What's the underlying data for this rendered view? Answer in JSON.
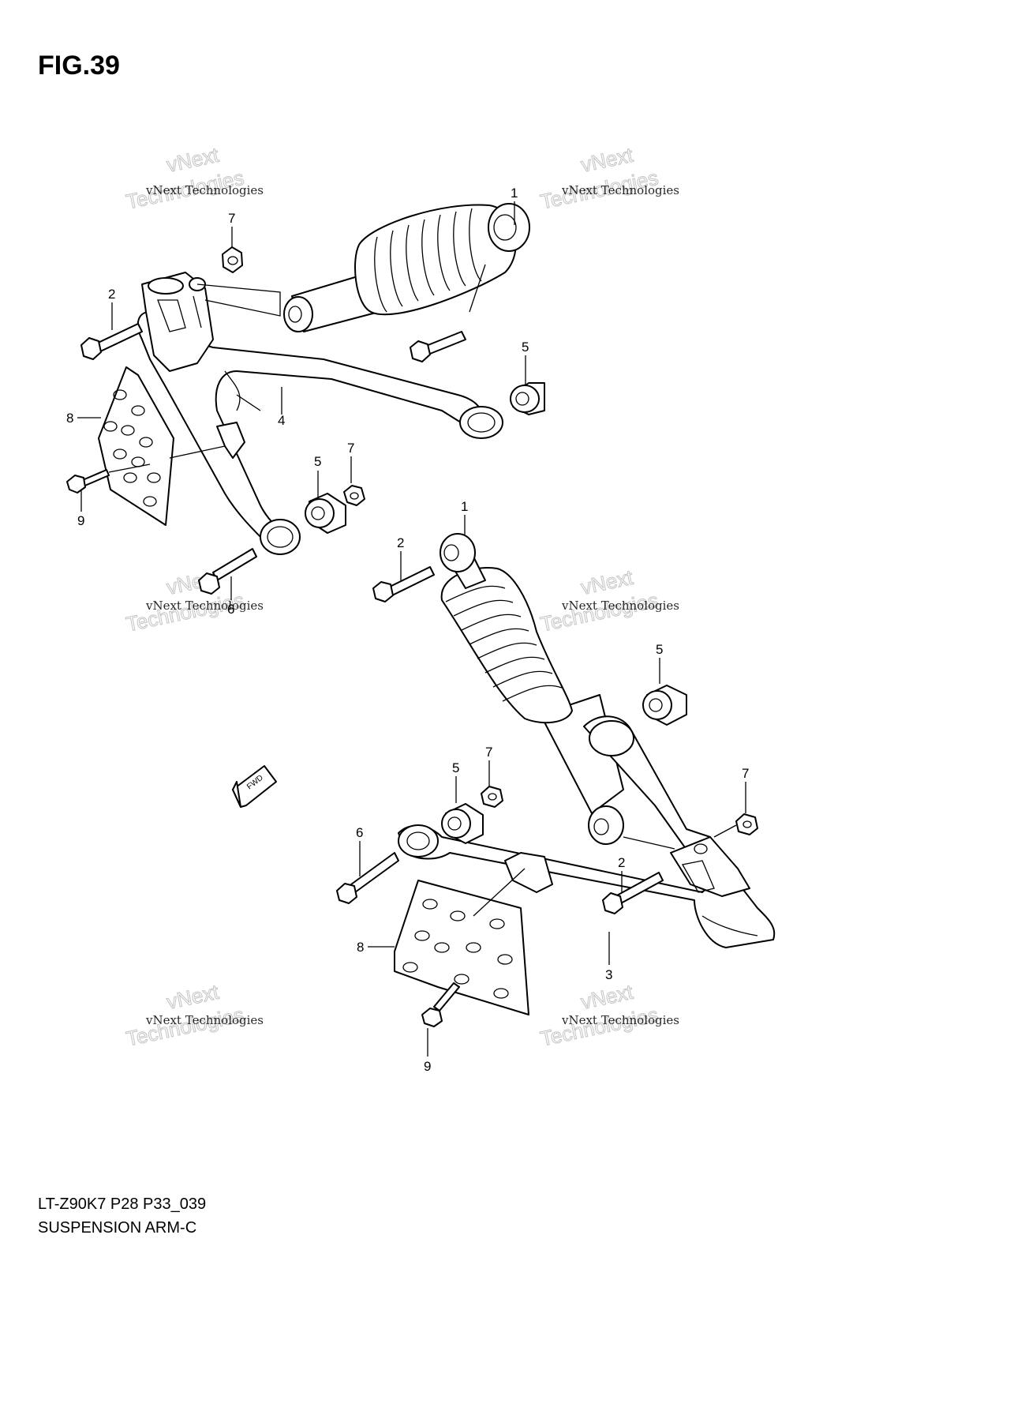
{
  "figure": {
    "title": "FIG.39",
    "code": "LT-Z90K7 P28 P33_039",
    "name": "SUSPENSION ARM-C"
  },
  "watermark": {
    "line_small": "vNext Technologies",
    "line_big_1": "vNext",
    "line_big_2": "Technologies"
  },
  "fwd_label": "FWD",
  "callouts": {
    "top": [
      "1",
      "7",
      "2",
      "5",
      "4",
      "8",
      "9",
      "5",
      "7",
      "6"
    ],
    "bottom": [
      "1",
      "2",
      "5",
      "7",
      "5",
      "7",
      "6",
      "2",
      "8",
      "3",
      "9"
    ]
  }
}
